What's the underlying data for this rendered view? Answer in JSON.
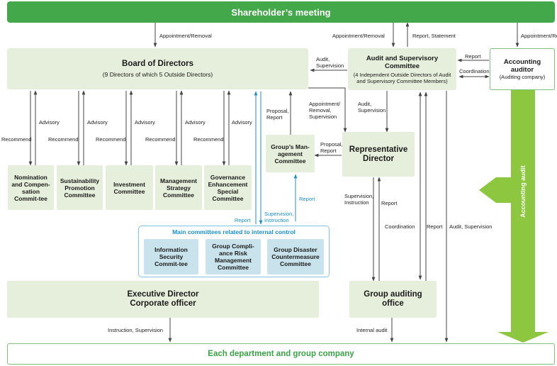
{
  "boxes": {
    "shareholders": "Shareholder’s meeting",
    "board_title": "Board of Directors",
    "board_sub": "(9 Directors of which 5 Outside Directors)",
    "asc_title": "Audit and Supervisory Committee",
    "asc_sub": "(4 Independent Outside Directors of Audit and Supervisory Committee Members)",
    "auditor_title": "Accounting auditor",
    "auditor_sub": "(Auditing company)",
    "nomination": "Nomination and Compen-sation Commit-tee",
    "sustainability": "Sustainability Promotion Committee",
    "investment": "Investment Committee",
    "mgmt_strategy": "Management Strategy Committee",
    "governance": "Governance Enhancement Special Committee",
    "group_mgmt": "Group’s Man-agement Committee",
    "representative": "Representative Director",
    "main_committees_title": "Main committees related to internal control",
    "info_security": "Information Security Commit-tee",
    "compliance": "Group Compli-ance Risk Management Committee",
    "disaster": "Group Disaster Countermeasure Committee",
    "executive": "Executive Director Corporate officer",
    "group_audit": "Group auditing office",
    "departments": "Each department and group company",
    "accounting_audit": "Accounting audit"
  },
  "labels": {
    "appt_removal": "Appointment/Removal",
    "report_statement": "Report, Statement",
    "audit_supervision": "Audit, Supervision",
    "report": "Report",
    "coordination": "Coordination",
    "advisory": "Advisory",
    "recommend": "Recommend",
    "proposal_report": "Proposal, Report",
    "appt_removal_supervision": "Appointment/ Removal, Supervision",
    "supervision_instruction": "Supervision, Instruction",
    "instruction_supervision": "Instruction, Supervision",
    "internal_audit": "Internal audit"
  },
  "colors": {
    "green": "#43a84a",
    "pale_green": "#e6efdb",
    "pale_blue": "#c9e3ec",
    "blue": "#1a8fd0",
    "arrow": "#444444"
  }
}
